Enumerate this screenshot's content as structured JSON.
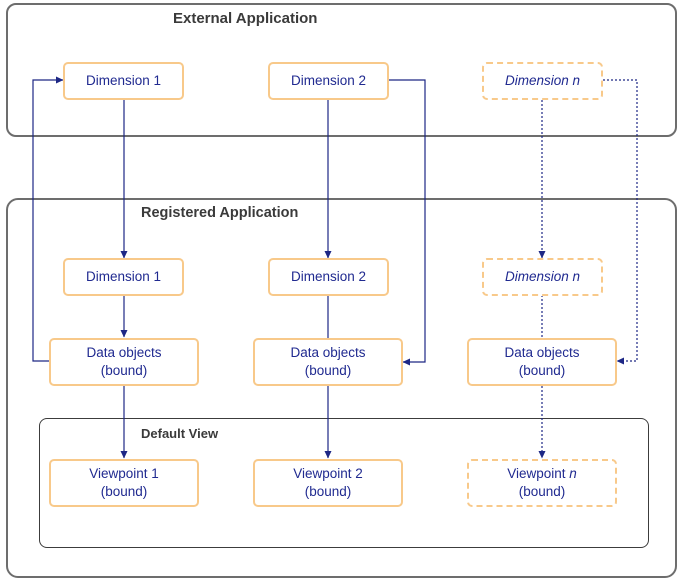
{
  "regions": {
    "external": "External Application",
    "registered": "Registered Application",
    "default_view": "Default View"
  },
  "external": {
    "dim1": "Dimension 1",
    "dim2": "Dimension 2",
    "dimn_prefix": "Dimension",
    "dimn_var": "n"
  },
  "registered": {
    "dim1": "Dimension 1",
    "dim2": "Dimension 2",
    "dimn_prefix": "Dimension",
    "dimn_var": "n",
    "data1": [
      "Data objects",
      "(bound)"
    ],
    "data2": [
      "Data objects",
      "(bound)"
    ],
    "datan": [
      "Data objects",
      "(bound)"
    ]
  },
  "view": {
    "vp1": [
      "Viewpoint 1",
      "(bound)"
    ],
    "vp2": [
      "Viewpoint 2",
      "(bound)"
    ],
    "vpn_prefix": "Viewpoint",
    "vpn_var": "n",
    "vpn_line2": "(bound)"
  },
  "colors": {
    "connector": "#1d2785",
    "box_border": "#f8c98a",
    "frame": "#6d6d6d"
  }
}
